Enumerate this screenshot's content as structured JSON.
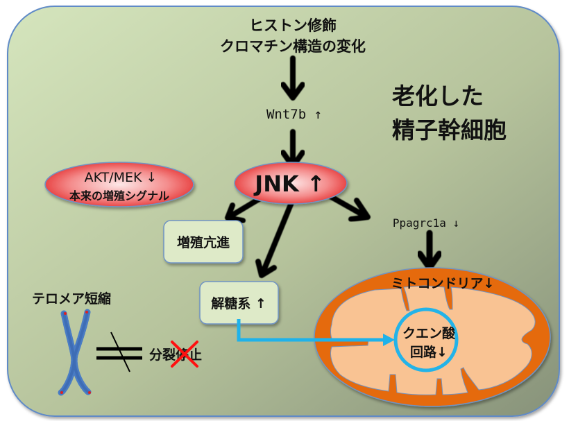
{
  "diagram": {
    "title_line1": "老化した",
    "title_line2": "精子幹細胞",
    "top_cause_line1": "ヒストン修飾",
    "top_cause_line2": "クロマチン構造の変化",
    "wnt_label": "Wnt7b ↑",
    "jnk_label": "JNK ↑",
    "akt_line1": "AKT/MEK ↓",
    "akt_line2": "本来の増殖シグナル",
    "proliferation_label": "増殖亢進",
    "glycolysis_label": "解糖系 ↑",
    "ppargc_label": "Ppagrc1a ↓",
    "mitochondria_label": "ミトコンドリア↓",
    "tca_line1": "クエン酸",
    "tca_line2": "回路↓",
    "telomere_label": "テロメア短縮",
    "division_arrest_label": "分裂停止"
  },
  "colors": {
    "background_light": "#d3e2bb",
    "background_dark": "#8f9a7c",
    "frame_border": "#5f8ac7",
    "ellipse_red": "#e82c2c",
    "box_fill": "#deeac8",
    "box_border": "#6f93c4",
    "mito_outer": "#e56b0c",
    "mito_inner": "#f9c393",
    "tca_ring": "#23b3e8",
    "chromosome": "#4a7cc4",
    "cross_red": "#ff0000"
  }
}
